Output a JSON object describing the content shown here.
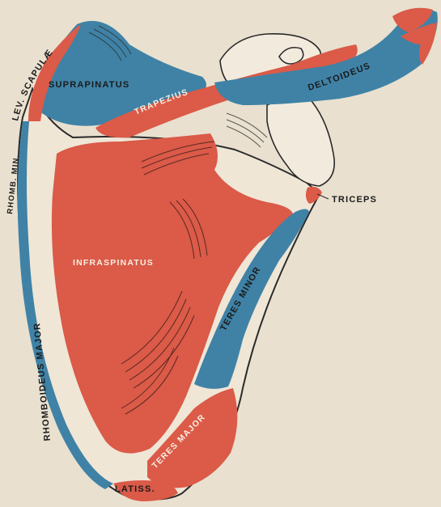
{
  "colors": {
    "paper": "#e9e0cf",
    "muscle_red": "#db5a48",
    "muscle_blue": "#3f82a6",
    "bone_outline": "#2a2a2a",
    "label_dark": "#1b1b1b",
    "label_light": "#f6efe2"
  },
  "labels": {
    "lev_scapulae": "LEV. SCAPULÆ",
    "supraspinatus": "SUPRAPINATUS",
    "trapezius": "TRAPEZIUS",
    "deltoideus": "DELTOIDEUS",
    "rhomb_min": "RHOMB. MIN.",
    "triceps": "TRICEPS",
    "infraspinatus": "INFRASPINATUS",
    "teres_minor": "TERES MINOR",
    "rhomboideus_major": "RHOMBOIDEUS MAJOR",
    "teres_major": "TERES MAJOR",
    "latiss": "LATISS."
  }
}
